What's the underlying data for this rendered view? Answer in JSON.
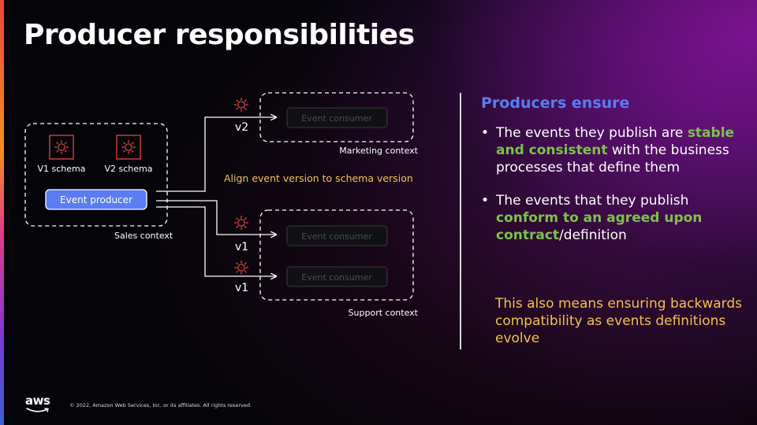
{
  "slide": {
    "title": "Producer responsibilities"
  },
  "diagram": {
    "sales_context": {
      "label": "Sales context",
      "schemas": [
        {
          "label": "V1 schema",
          "icon": "schema-icon"
        },
        {
          "label": "V2 schema",
          "icon": "schema-icon"
        }
      ],
      "producer_label": "Event producer"
    },
    "marketing_context": {
      "label": "Marketing context",
      "consumer_label": "Event consumer",
      "version": "v2"
    },
    "support_context": {
      "label": "Support context",
      "consumers": [
        {
          "label": "Event consumer",
          "version": "v1"
        },
        {
          "label": "Event consumer",
          "version": "v1"
        }
      ]
    },
    "align_note": "Align event version to schema version",
    "colors": {
      "producer_fill": "#5b7cf2",
      "icon_red": "#e8453c",
      "note_gold": "#f2c14a"
    }
  },
  "right": {
    "heading": "Producers ensure",
    "bullet1": {
      "before": "The events they publish are ",
      "highlight": "stable and consistent",
      "after": " with the business processes that define them"
    },
    "bullet2": {
      "before": "The events that they publish ",
      "highlight": "conform to an agreed upon contract",
      "after": "/definition"
    },
    "note": "This also means ensuring backwards compatibility as events definitions evolve",
    "colors": {
      "heading": "#5b7cf2",
      "highlight": "#7cc24a",
      "note": "#f2c14a"
    }
  },
  "footer": {
    "logo_text": "aws",
    "copyright": "© 2022, Amazon Web Services, Inc. or its affiliates. All rights reserved."
  }
}
